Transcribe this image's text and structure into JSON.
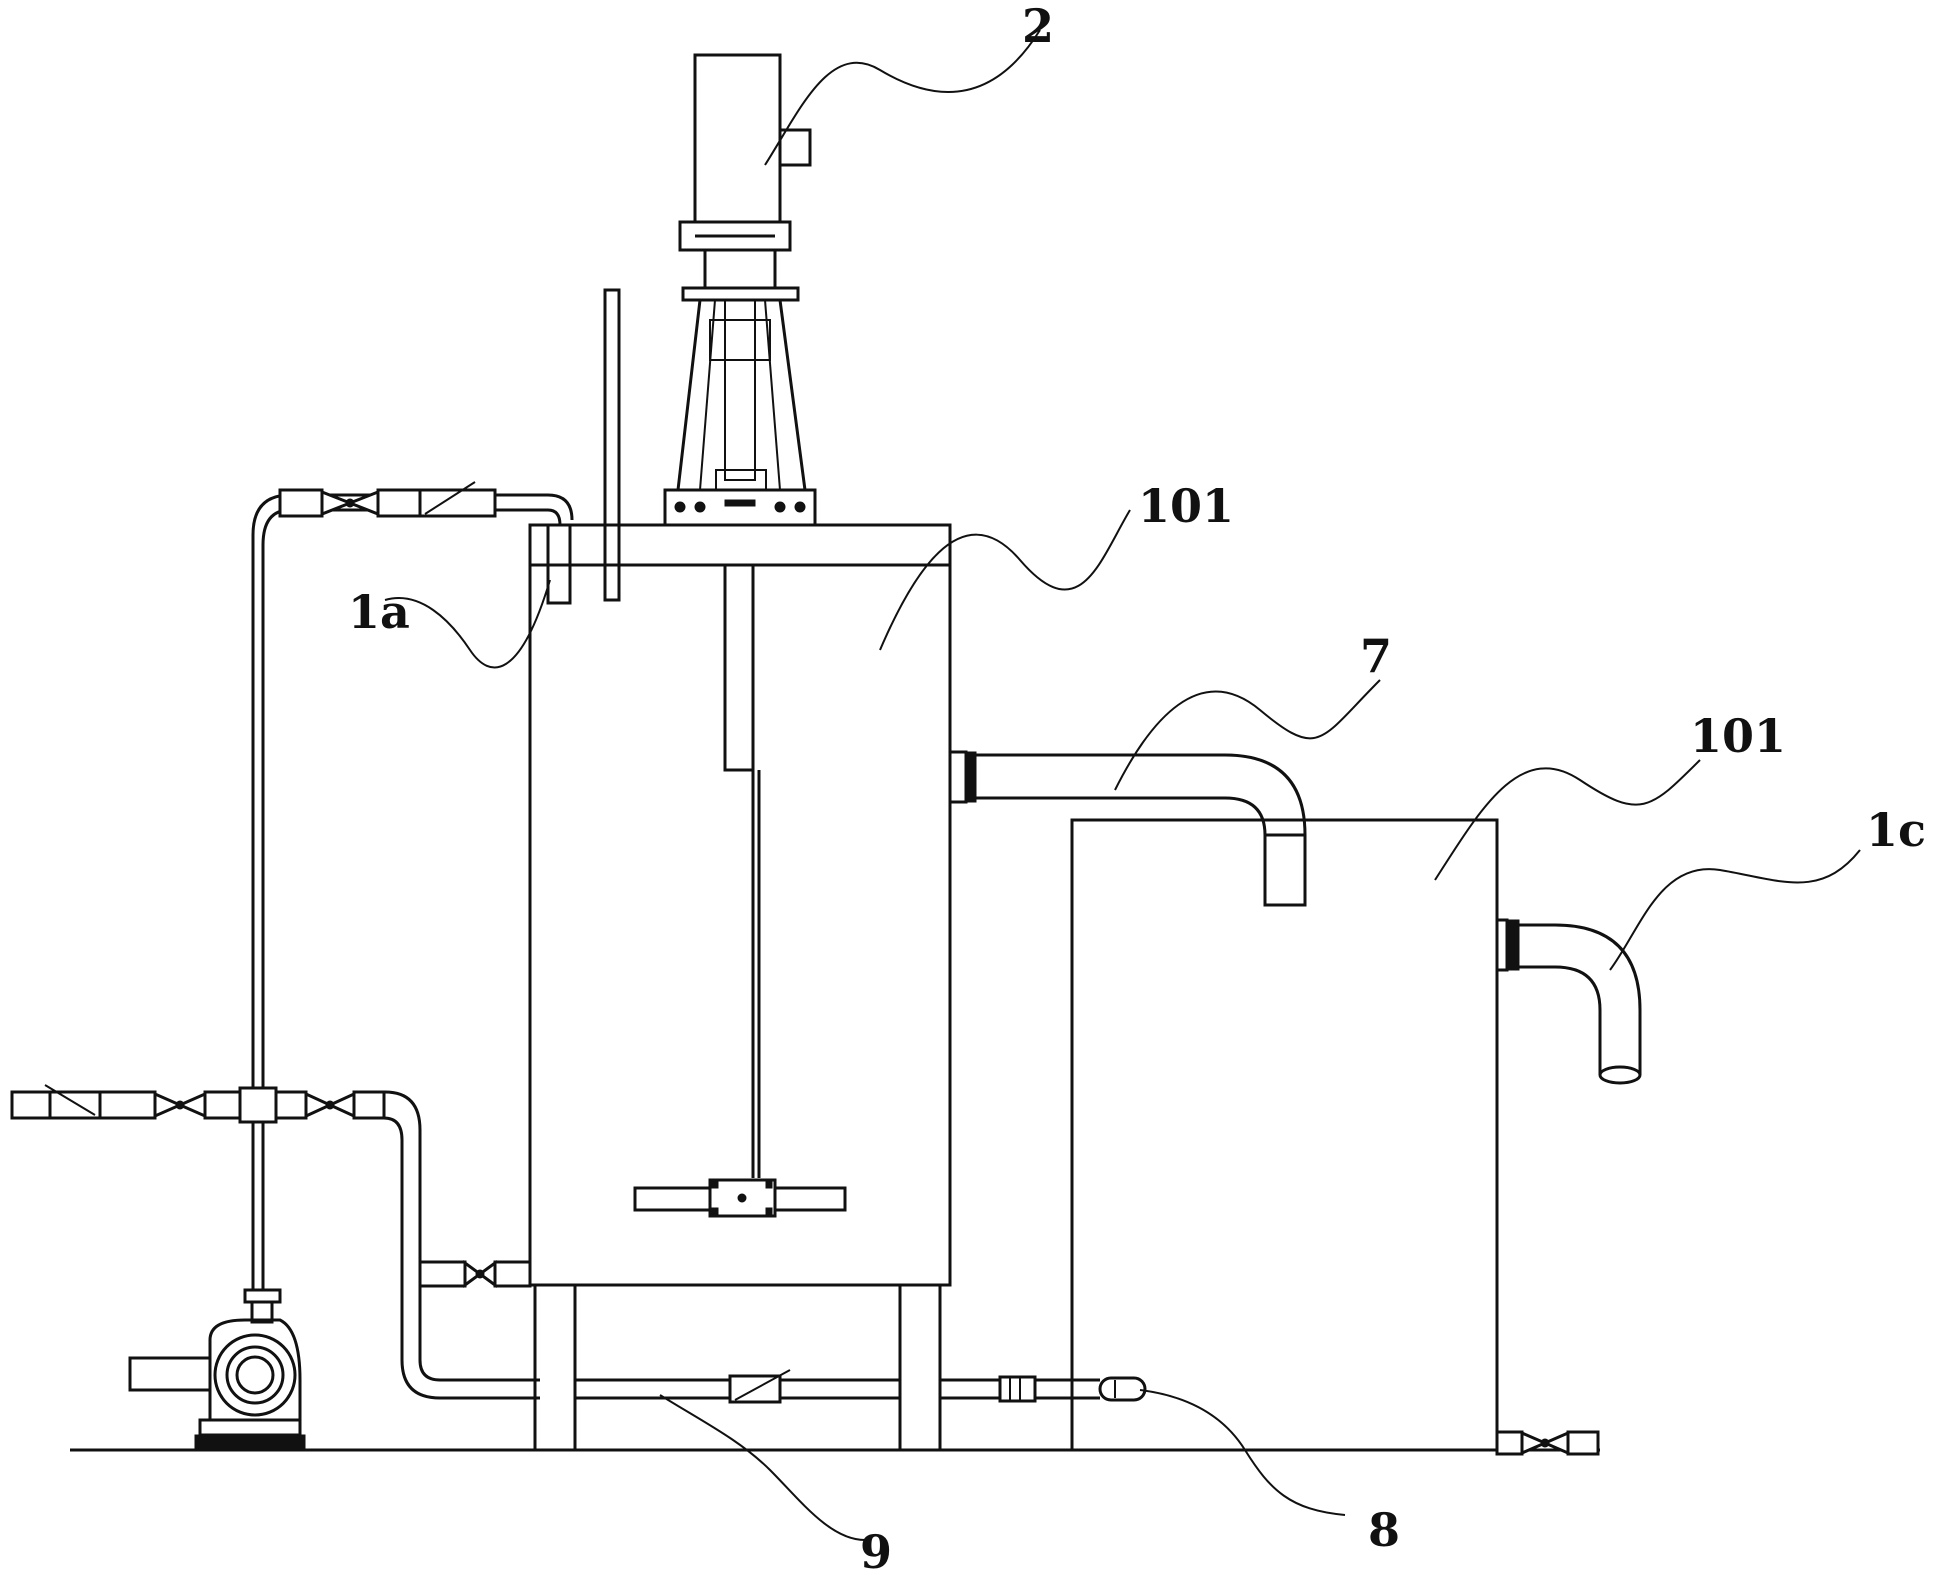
{
  "labels": {
    "motor": "2",
    "mixing_tank": "101",
    "inlet_1a": "1a",
    "overflow_pipe": "7",
    "second_tank": "101",
    "outlet_1c": "1c",
    "bottom_pipe": "9",
    "nozzle": "8"
  },
  "colors": {
    "line": "#111111",
    "background": "#ffffff"
  }
}
